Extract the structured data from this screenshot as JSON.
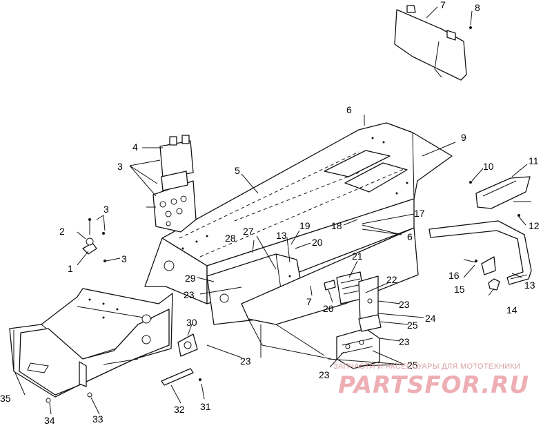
{
  "callouts": [
    "7",
    "8",
    "6",
    "9",
    "4",
    "3",
    "5",
    "10",
    "11",
    "3",
    "2",
    "1",
    "3",
    "27",
    "19",
    "13",
    "18",
    "17",
    "6",
    "12",
    "28",
    "20",
    "29",
    "21",
    "22",
    "16",
    "15",
    "13",
    "23",
    "7",
    "26",
    "23",
    "24",
    "14",
    "30",
    "25",
    "23",
    "23",
    "25",
    "35",
    "32",
    "31",
    "34",
    "33"
  ],
  "watermark": {
    "caption": "ЗАПЧАСТИ И АКСЕССУАРЫ ДЛЯ МОТОТЕХНИКИ",
    "logo": "PARTSFOR.RU"
  }
}
